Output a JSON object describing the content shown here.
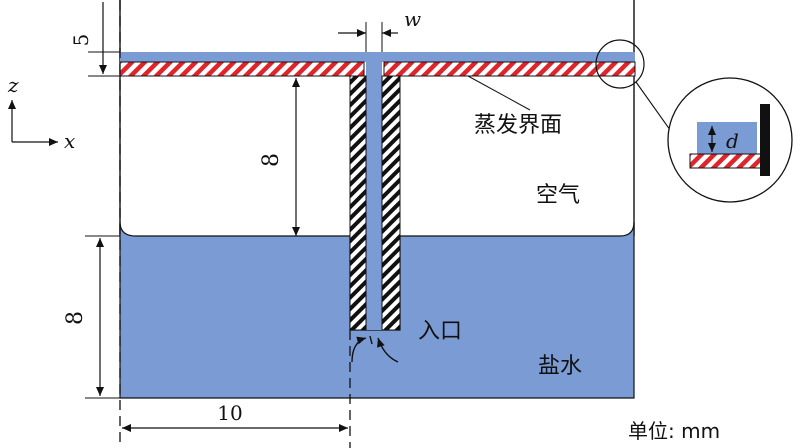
{
  "labels": {
    "evaporation_interface": "蒸发界面",
    "air": "空气",
    "inlet": "入口",
    "brine": "盐水",
    "units": "单位: mm",
    "dim_top": "5",
    "dim_gap": "8",
    "dim_water": "8",
    "dim_width": "10",
    "dim_w": "w",
    "dim_d": "d",
    "axis_z": "z",
    "axis_x": "x"
  },
  "colors": {
    "water": "#7B9BD4",
    "hatch_red": "#E0242B",
    "hatch_black": "#111111",
    "line": "#111111"
  }
}
